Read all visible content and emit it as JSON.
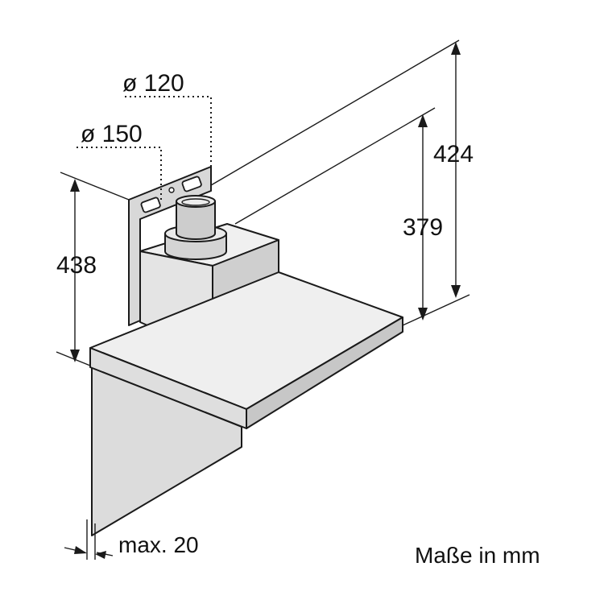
{
  "labels": {
    "d120": "ø 120",
    "d150": "ø 150",
    "h438": "438",
    "h379": "379",
    "h424": "424",
    "max20": "max. 20",
    "units": "Maße in mm"
  },
  "colors": {
    "line": "#1a1a1a",
    "body": "#e6e6e6",
    "body_dark": "#c9c9c9",
    "body_light": "#f2f2f2"
  }
}
